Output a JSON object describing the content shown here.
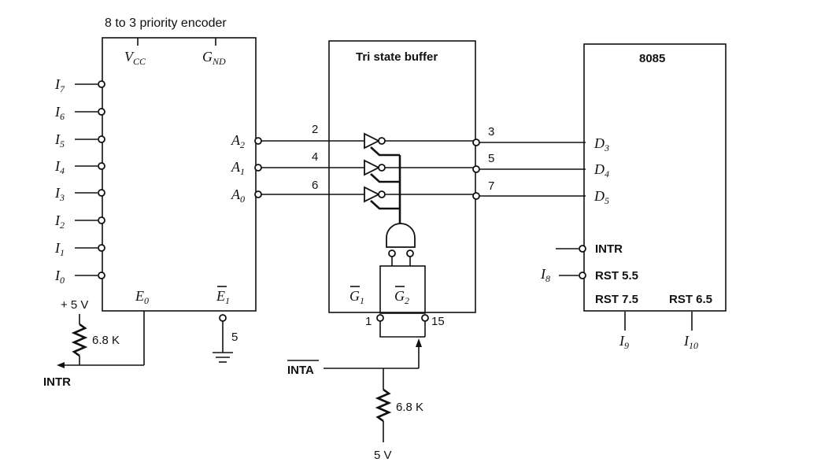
{
  "encoder": {
    "title": "8 to 3 priority encoder",
    "vcc": "V",
    "vcc_sub": "CC",
    "gnd": "G",
    "gnd_sub": "ND",
    "inputs": [
      {
        "name": "I",
        "sub": "7"
      },
      {
        "name": "I",
        "sub": "6"
      },
      {
        "name": "I",
        "sub": "5"
      },
      {
        "name": "I",
        "sub": "4"
      },
      {
        "name": "I",
        "sub": "3"
      },
      {
        "name": "I",
        "sub": "2"
      },
      {
        "name": "I",
        "sub": "1"
      },
      {
        "name": "I",
        "sub": "0"
      }
    ],
    "outputs": [
      {
        "name": "A",
        "sub": "2"
      },
      {
        "name": "A",
        "sub": "1"
      },
      {
        "name": "A",
        "sub": "0"
      }
    ],
    "e0": "E",
    "e0_sub": "0",
    "e1": "E",
    "e1_sub": "1",
    "e1_pin": "5"
  },
  "left_pullup": {
    "supply": "+ 5 V",
    "resistor": "6.8 K",
    "output": "INTR"
  },
  "buffer": {
    "title": "Tri state buffer",
    "in_pins": [
      "2",
      "4",
      "6"
    ],
    "out_pins": [
      "3",
      "5",
      "7"
    ],
    "g1": "G",
    "g1_sub": "1",
    "g2": "G",
    "g2_sub": "2",
    "g1_pin": "1",
    "g2_pin": "15"
  },
  "bottom_pullup": {
    "signal": "INTA",
    "resistor": "6.8 K",
    "supply": "5 V"
  },
  "cpu": {
    "title": "8085",
    "data_pins": [
      {
        "name": "D",
        "sub": "3"
      },
      {
        "name": "D",
        "sub": "4"
      },
      {
        "name": "D",
        "sub": "5"
      }
    ],
    "intr": "INTR",
    "rst55": "RST 5.5",
    "i8": "I",
    "i8_sub": "8",
    "rst75": "RST 7.5",
    "rst65": "RST 6.5",
    "i9": "I",
    "i9_sub": "9",
    "i10": "I",
    "i10_sub": "10"
  }
}
